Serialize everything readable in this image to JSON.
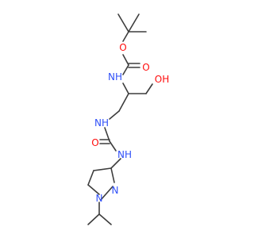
{
  "structure": {
    "atoms": {
      "ester_O": {
        "symbol": "O",
        "color": "#ff0d0d"
      },
      "carbonyl_O_1": {
        "symbol": "O",
        "color": "#ff0d0d"
      },
      "carbamate_NH": {
        "symbol": "NH",
        "color": "#3050f8"
      },
      "hydroxyl": {
        "symbol": "OH",
        "color": "#ff0d0d"
      },
      "urea_NH_1": {
        "symbol": "NH",
        "color": "#3050f8"
      },
      "carbonyl_O_2": {
        "symbol": "O",
        "color": "#ff0d0d"
      },
      "urea_NH_2": {
        "symbol": "NH",
        "color": "#3050f8"
      },
      "ring_N_2": {
        "symbol": "N",
        "color": "#3050f8"
      },
      "ring_N_1": {
        "symbol": "N",
        "color": "#3050f8"
      }
    },
    "bond_color": "#3d3d3d"
  }
}
